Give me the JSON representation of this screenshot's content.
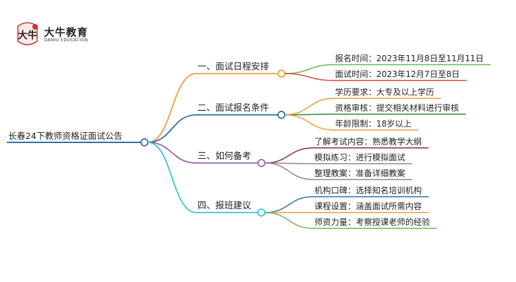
{
  "logo": {
    "name": "大牛教育",
    "sub": "DANIU EDUCATION",
    "mark": "大牛"
  },
  "root": {
    "label": "长春24下教师资格证面试公告"
  },
  "branches": [
    {
      "label": "一、面试日程安排",
      "color": "#f39a3a",
      "children": [
        {
          "label": "报名时间：2023年11月8日至11月11日",
          "color": "#6cb84b"
        },
        {
          "label": "面试时间：2023年12月7日至8日",
          "color": "#d9453a"
        }
      ]
    },
    {
      "label": "二、面试报名条件",
      "color": "#2d6fa8",
      "children": [
        {
          "label": "学历要求：大专及以上学历",
          "color": "#f39a3a"
        },
        {
          "label": "资格审核：提交相关材料进行审核",
          "color": "#2a8a3a"
        },
        {
          "label": "年龄限制：18岁以上",
          "color": "#f39a3a"
        }
      ]
    },
    {
      "label": "三、如何备考",
      "color": "#9a5fb3",
      "children": [
        {
          "label": "了解考试内容：熟悉教学大纲",
          "color": "#8a2a3a"
        },
        {
          "label": "模拟练习：进行模拟面试",
          "color": "#8a8a8a"
        },
        {
          "label": "整理教案：准备详细教案",
          "color": "#8a8a8a"
        }
      ]
    },
    {
      "label": "四、报班建议",
      "color": "#36c5d0",
      "children": [
        {
          "label": "机构口碑：选择知名培训机构",
          "color": "#2d6fa8"
        },
        {
          "label": "课程设置：涵盖面试所需内容",
          "color": "#f39a3a"
        },
        {
          "label": "师资力量：考察授课老师的经验",
          "color": "#6cb84b"
        }
      ]
    }
  ]
}
